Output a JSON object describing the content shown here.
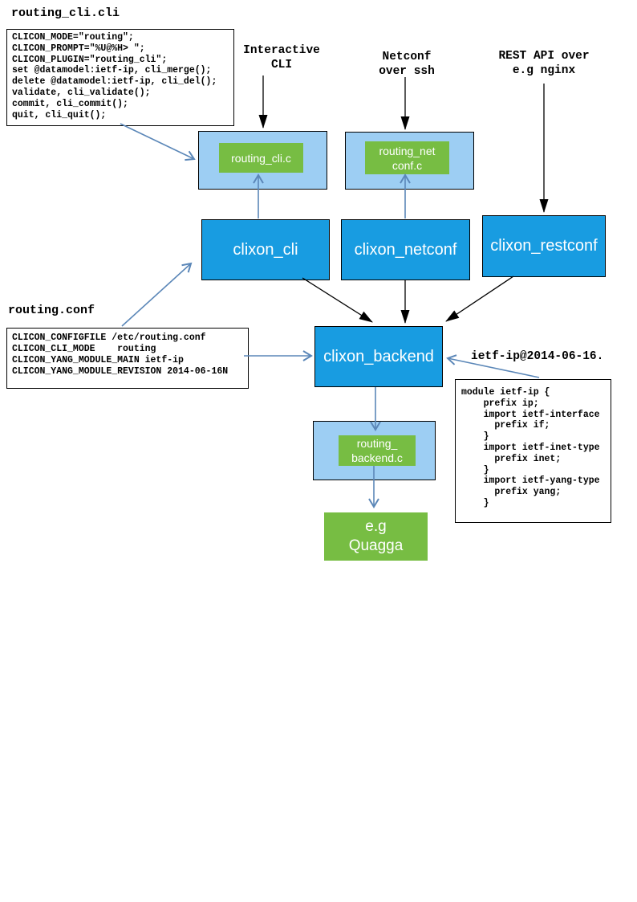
{
  "palette": {
    "node_blue": "#189ce1",
    "plugin_light_blue": "#9dcef3",
    "file_green": "#77bd43",
    "arrow_blue": "#5b87b8",
    "arrow_black": "#000000"
  },
  "files": {
    "routing_cli": {
      "title": "routing_cli.cli",
      "code": "CLICON_MODE=\"routing\";\nCLICON_PROMPT=\"%U@%H> \";\nCLICON_PLUGIN=\"routing_cli\";\nset @datamodel:ietf-ip, cli_merge();\ndelete @datamodel:ietf-ip, cli_del();\nvalidate, cli_validate();\ncommit, cli_commit();\nquit, cli_quit();"
    },
    "routing_conf": {
      "title": "routing.conf",
      "code": "CLICON_CONFIGFILE /etc/routing.conf\nCLICON_CLI_MODE    routing\nCLICON_YANG_MODULE_MAIN ietf-ip\nCLICON_YANG_MODULE_REVISION 2014-06-16N"
    },
    "yang": {
      "title": "ietf-ip@2014-06-16.",
      "code": "module ietf-ip {\n    prefix ip;\n    import ietf-interface\n      prefix if;\n    }\n    import ietf-inet-type\n      prefix inet;\n    }\n    import ietf-yang-type\n      prefix yang;\n    }"
    }
  },
  "labels": {
    "interactive_cli": "Interactive\nCLI",
    "netconf_ssh": "Netconf\nover ssh",
    "rest_api": "REST API over\ne.g nginx"
  },
  "nodes": {
    "routing_cli_c": "routing_cli.c",
    "routing_netconf_c": "routing_net\nconf.c",
    "clixon_cli": "clixon_cli",
    "clixon_netconf": "clixon_netconf",
    "clixon_restconf": "clixon_restconf",
    "clixon_backend": "clixon_backend",
    "routing_backend_c": "routing_\nbackend.c",
    "quagga": "e.g\nQuagga"
  }
}
